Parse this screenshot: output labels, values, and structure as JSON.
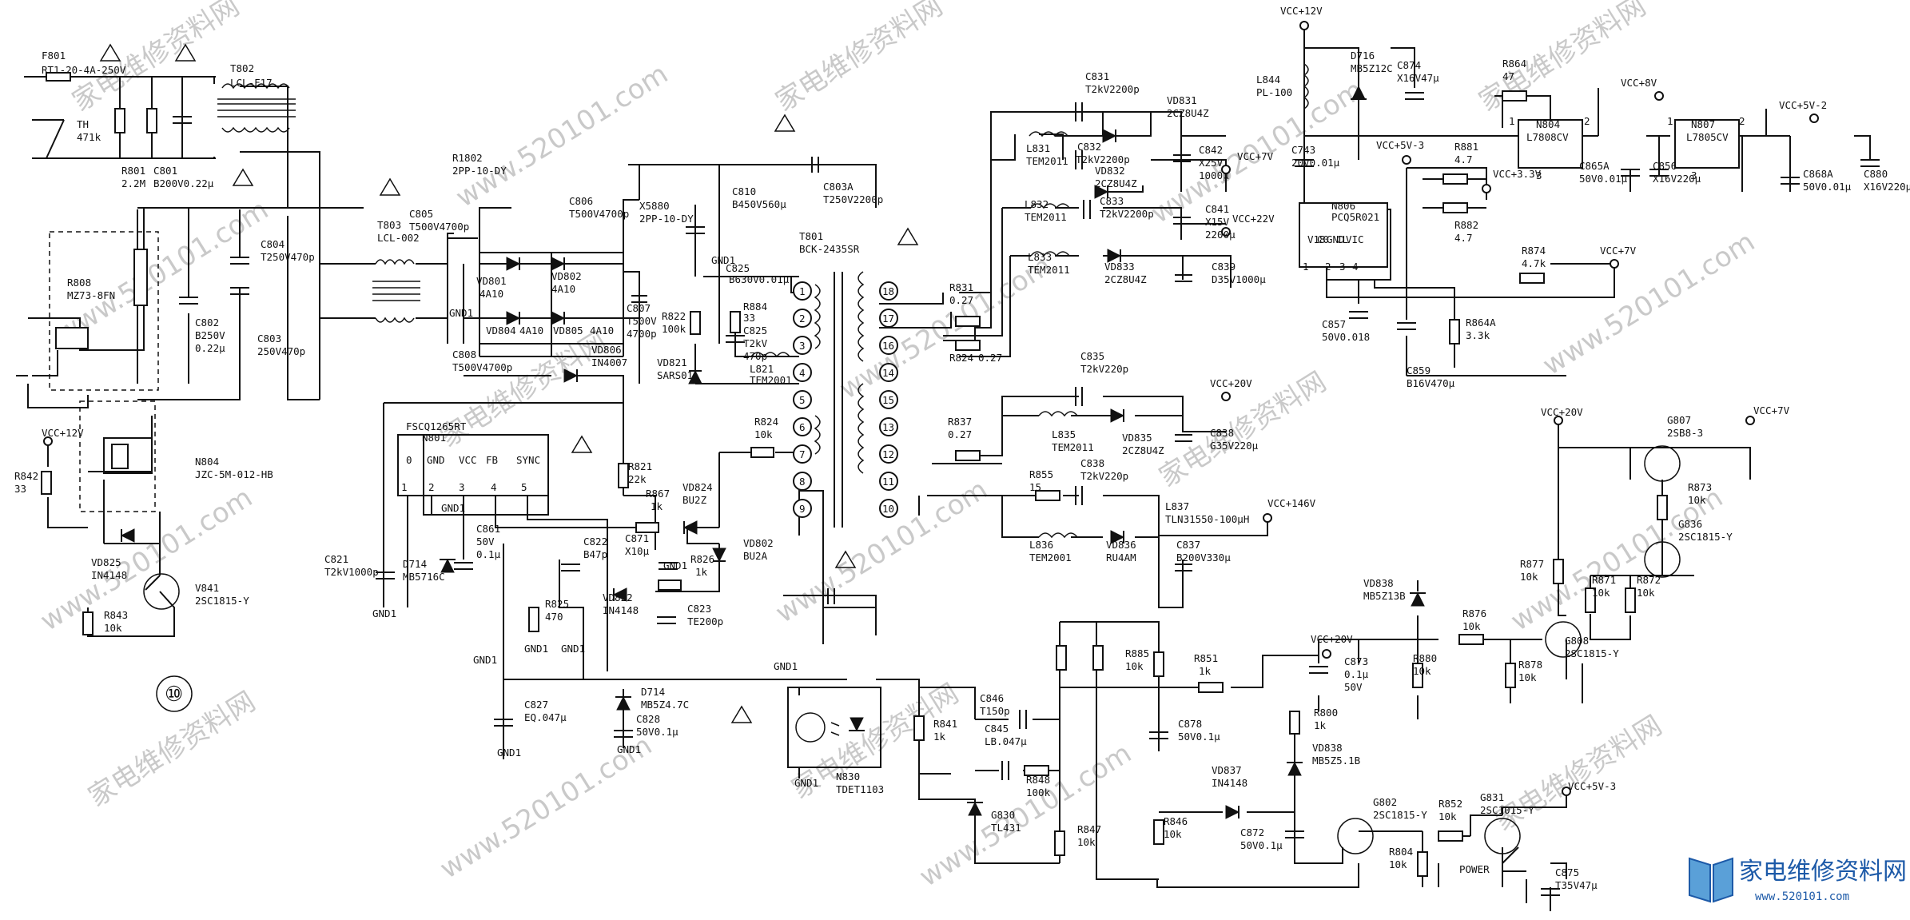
{
  "watermarks": {
    "cn": "家电维修资料网",
    "url": "www.520101.com"
  },
  "logo": {
    "name": "家电维修资料网",
    "url": "www.520101.com"
  },
  "figure_number": "⑩",
  "labels": [
    [
      "F801",
      52,
      74
    ],
    [
      "RT1-20-4A-250V",
      52,
      92
    ],
    [
      "T802",
      288,
      90
    ],
    [
      "LCL-F17",
      288,
      108
    ],
    [
      "TH",
      96,
      160
    ],
    [
      "471k",
      96,
      176
    ],
    [
      "R801",
      152,
      218
    ],
    [
      "2.2M",
      152,
      234
    ],
    [
      "C801",
      192,
      218
    ],
    [
      "B200V0.22μ",
      192,
      234
    ],
    [
      "R1802",
      566,
      202
    ],
    [
      "2PP-10-DY",
      566,
      218
    ],
    [
      "T803",
      472,
      286
    ],
    [
      "LCL-002",
      472,
      302
    ],
    [
      "C805",
      512,
      272
    ],
    [
      "T500V4700p",
      512,
      288
    ],
    [
      "C806",
      712,
      256
    ],
    [
      "T500V4700p",
      712,
      272
    ],
    [
      "X5880",
      800,
      262
    ],
    [
      "2PP-10-DY",
      800,
      278
    ],
    [
      "C810",
      916,
      244
    ],
    [
      "B450V560μ",
      916,
      260
    ],
    [
      "C803A",
      1030,
      238
    ],
    [
      "T250V2200p",
      1030,
      254
    ],
    [
      "C804",
      326,
      310
    ],
    [
      "T250V470p",
      326,
      326
    ],
    [
      "R808",
      84,
      358
    ],
    [
      "MZ73-8FN",
      84,
      374
    ],
    [
      "C802",
      244,
      408
    ],
    [
      "B250V",
      244,
      424
    ],
    [
      "0.22μ",
      244,
      440
    ],
    [
      "C803",
      322,
      428
    ],
    [
      "250V470p",
      322,
      444
    ],
    [
      "VD801",
      596,
      356
    ],
    [
      "4A10",
      600,
      372
    ],
    [
      "VD802",
      690,
      350
    ],
    [
      "4A10",
      690,
      366
    ],
    [
      "VD804",
      608,
      418
    ],
    [
      "4A10",
      650,
      418
    ],
    [
      "VD805",
      692,
      418
    ],
    [
      "4A10",
      738,
      418
    ],
    [
      "GND1",
      562,
      396
    ],
    [
      "C807",
      784,
      390
    ],
    [
      "T500V",
      784,
      406
    ],
    [
      "4700p",
      784,
      422
    ],
    [
      "R822",
      828,
      400
    ],
    [
      "100k",
      828,
      416
    ],
    [
      "C825",
      908,
      340
    ],
    [
      "B630V0.01μ",
      912,
      354
    ],
    [
      "R884",
      930,
      388
    ],
    [
      "33",
      930,
      402
    ],
    [
      "C825",
      930,
      418
    ],
    [
      "T2kV",
      930,
      434
    ],
    [
      "470p",
      930,
      450
    ],
    [
      "T801",
      1000,
      300
    ],
    [
      "BCK-2435SR",
      1000,
      316
    ],
    [
      "GND1",
      890,
      330
    ],
    [
      "C808",
      566,
      448
    ],
    [
      "T500V4700p",
      566,
      464
    ],
    [
      "VD806",
      740,
      442
    ],
    [
      "IN4007",
      740,
      458
    ],
    [
      "VD821",
      822,
      458
    ],
    [
      "SARS01",
      822,
      474
    ],
    [
      "L821",
      938,
      466
    ],
    [
      "TEM2001",
      938,
      480
    ],
    [
      "R824",
      944,
      532
    ],
    [
      "10k",
      944,
      548
    ],
    [
      "FSCQ1265RT",
      508,
      538
    ],
    [
      "N801",
      528,
      552
    ],
    [
      "0",
      508,
      580
    ],
    [
      "GND",
      534,
      580
    ],
    [
      "VCC",
      574,
      580
    ],
    [
      "FB",
      608,
      580
    ],
    [
      "SYNC",
      646,
      580
    ],
    [
      "1",
      502,
      614
    ],
    [
      "2",
      536,
      614
    ],
    [
      "3",
      574,
      614
    ],
    [
      "4",
      614,
      614
    ],
    [
      "5",
      652,
      614
    ],
    [
      "R821",
      786,
      588
    ],
    [
      "22k",
      786,
      604
    ],
    [
      "VD824",
      854,
      614
    ],
    [
      "BU2Z",
      854,
      630
    ],
    [
      "R867",
      808,
      622
    ],
    [
      "1k",
      814,
      638
    ],
    [
      "C871",
      782,
      678
    ],
    [
      "X10μ",
      782,
      694
    ],
    [
      "C822",
      730,
      682
    ],
    [
      "B47p",
      730,
      698
    ],
    [
      "R826",
      864,
      704
    ],
    [
      "1k",
      870,
      720
    ],
    [
      "VD802",
      930,
      684
    ],
    [
      "BU2A",
      930,
      700
    ],
    [
      "GND1",
      830,
      712
    ],
    [
      "C861",
      596,
      666
    ],
    [
      "50V",
      596,
      682
    ],
    [
      "0.1μ",
      596,
      698
    ],
    [
      "GND1",
      552,
      640
    ],
    [
      "C821",
      406,
      704
    ],
    [
      "T2kV1000p",
      406,
      720
    ],
    [
      "D714",
      504,
      710
    ],
    [
      "MB5716C",
      504,
      726
    ],
    [
      "VD822",
      754,
      752
    ],
    [
      "IN4148",
      754,
      768
    ],
    [
      "C823",
      860,
      766
    ],
    [
      "TE200p",
      860,
      782
    ],
    [
      "R825",
      682,
      760
    ],
    [
      "470",
      682,
      776
    ],
    [
      "GND1",
      656,
      816
    ],
    [
      "GND1",
      702,
      816
    ],
    [
      "GND1",
      592,
      830
    ],
    [
      "GND1",
      466,
      772
    ],
    [
      "C827",
      656,
      886
    ],
    [
      "EQ.047μ",
      656,
      902
    ],
    [
      "D714",
      802,
      870
    ],
    [
      "MB5Z4.7C",
      802,
      886
    ],
    [
      "C828",
      796,
      904
    ],
    [
      "50V0.1μ",
      796,
      920
    ],
    [
      "GND1",
      772,
      942
    ],
    [
      "GND1",
      622,
      946
    ],
    [
      "N830",
      1046,
      976
    ],
    [
      "TDET1103",
      1046,
      992
    ],
    [
      "GND1",
      994,
      984
    ],
    [
      "GND1",
      968,
      838
    ],
    [
      "VCC+12V",
      52,
      546
    ],
    [
      "R842",
      18,
      600
    ],
    [
      "33",
      18,
      616
    ],
    [
      "N804",
      244,
      582
    ],
    [
      "JZC-5M-012-HB",
      244,
      598
    ],
    [
      "VD825",
      114,
      708
    ],
    [
      "IN4148",
      114,
      724
    ],
    [
      "V841",
      244,
      740
    ],
    [
      "2SC1815-Y",
      244,
      756
    ],
    [
      "R843",
      130,
      774
    ],
    [
      "10k",
      130,
      790
    ],
    [
      "C831",
      1358,
      100
    ],
    [
      "T2kV2200p",
      1358,
      116
    ],
    [
      "VD831",
      1460,
      130
    ],
    [
      "2CZ8U4Z",
      1460,
      146
    ],
    [
      "L831",
      1284,
      190
    ],
    [
      "TEM2011",
      1284,
      206
    ],
    [
      "C832",
      1348,
      188
    ],
    [
      "T2kV2200p",
      1346,
      204
    ],
    [
      "C842",
      1500,
      192
    ],
    [
      "X25V",
      1500,
      208
    ],
    [
      "1000μ",
      1500,
      224
    ],
    [
      "VCC+7V",
      1548,
      200
    ],
    [
      "VD832",
      1370,
      218
    ],
    [
      "2CZ8U4Z",
      1370,
      234
    ],
    [
      "C833",
      1376,
      256
    ],
    [
      "T2kV2200p",
      1376,
      272
    ],
    [
      "L832",
      1282,
      260
    ],
    [
      "TEM2011",
      1282,
      276
    ],
    [
      "C841",
      1508,
      266
    ],
    [
      "X15V",
      1508,
      282
    ],
    [
      "2200μ",
      1508,
      298
    ],
    [
      "VCC+22V",
      1542,
      278
    ],
    [
      "L833",
      1286,
      326
    ],
    [
      "TEM2011",
      1286,
      342
    ],
    [
      "VD833",
      1382,
      338
    ],
    [
      "2CZ8U4Z",
      1382,
      354
    ],
    [
      "C839",
      1516,
      338
    ],
    [
      "D35V1000μ",
      1516,
      354
    ],
    [
      "R831",
      1188,
      364
    ],
    [
      "0.27",
      1188,
      380
    ],
    [
      "R824",
      1188,
      452
    ],
    [
      "0.27",
      1224,
      452
    ],
    [
      "C835",
      1352,
      450
    ],
    [
      "T2kV220p",
      1352,
      466
    ],
    [
      "VCC+20V",
      1514,
      484
    ],
    [
      "R837",
      1186,
      532
    ],
    [
      "0.27",
      1186,
      548
    ],
    [
      "L835",
      1316,
      548
    ],
    [
      "TEM2011",
      1316,
      564
    ],
    [
      "VD835",
      1404,
      552
    ],
    [
      "2CZ8U4Z",
      1404,
      568
    ],
    [
      "C838",
      1514,
      546
    ],
    [
      "G35V220μ",
      1514,
      562
    ],
    [
      "R855",
      1288,
      598
    ],
    [
      "15",
      1288,
      614
    ],
    [
      "C838",
      1352,
      584
    ],
    [
      "T2kV220p",
      1352,
      600
    ],
    [
      "L837",
      1458,
      638
    ],
    [
      "TLN31550-100μH",
      1458,
      654
    ],
    [
      "VCC+146V",
      1586,
      634
    ],
    [
      "L836",
      1288,
      686
    ],
    [
      "TEM2001",
      1288,
      702
    ],
    [
      "VD836",
      1384,
      686
    ],
    [
      "RU4AM",
      1384,
      702
    ],
    [
      "C837",
      1472,
      686
    ],
    [
      "B200V330μ",
      1472,
      702
    ],
    [
      "R885",
      1408,
      822
    ],
    [
      "10k",
      1408,
      838
    ],
    [
      "R851",
      1494,
      828
    ],
    [
      "1k",
      1500,
      844
    ],
    [
      "VCC+20V",
      1640,
      804
    ],
    [
      "C846",
      1226,
      878
    ],
    [
      "T150p",
      1226,
      894
    ],
    [
      "C845",
      1232,
      916
    ],
    [
      "LB.047μ",
      1232,
      932
    ],
    [
      "C878",
      1474,
      910
    ],
    [
      "50V0.1μ",
      1474,
      926
    ],
    [
      "R841",
      1168,
      910
    ],
    [
      "1k",
      1168,
      926
    ],
    [
      "R848",
      1284,
      980
    ],
    [
      "100k",
      1284,
      996
    ],
    [
      "G830",
      1240,
      1024
    ],
    [
      "TL431",
      1240,
      1040
    ],
    [
      "R847",
      1348,
      1042
    ],
    [
      "10k",
      1348,
      1058
    ],
    [
      "R846",
      1456,
      1032
    ],
    [
      "10k",
      1456,
      1048
    ],
    [
      "VD837",
      1516,
      968
    ],
    [
      "IN4148",
      1516,
      984
    ],
    [
      "C872",
      1552,
      1046
    ],
    [
      "50V0.1μ",
      1552,
      1062
    ],
    [
      "R800",
      1644,
      896
    ],
    [
      "1k",
      1644,
      912
    ],
    [
      "VD838",
      1642,
      940
    ],
    [
      "MB5Z5.1B",
      1642,
      956
    ],
    [
      "G802",
      1718,
      1008
    ],
    [
      "2SC1815-Y",
      1718,
      1024
    ],
    [
      "R852",
      1800,
      1010
    ],
    [
      "10k",
      1800,
      1026
    ],
    [
      "G831",
      1852,
      1002
    ],
    [
      "2SC1015-Y",
      1852,
      1018
    ],
    [
      "VCC+5V-3",
      1962,
      988
    ],
    [
      "R804",
      1738,
      1070
    ],
    [
      "10k",
      1738,
      1086
    ],
    [
      "POWER",
      1826,
      1092
    ],
    [
      "C875",
      1946,
      1096
    ],
    [
      "T35V47μ",
      1946,
      1112
    ],
    [
      "VCC+12V",
      1602,
      18
    ],
    [
      "L844",
      1572,
      104
    ],
    [
      "PL-100",
      1572,
      120
    ],
    [
      "D716",
      1690,
      74
    ],
    [
      "MB5Z12C",
      1690,
      90
    ],
    [
      "C874",
      1748,
      86
    ],
    [
      "X16V47μ",
      1748,
      102
    ],
    [
      "C743",
      1616,
      192
    ],
    [
      "20V0.01μ",
      1616,
      208
    ],
    [
      "VCC+5V-3",
      1722,
      186
    ],
    [
      "R864",
      1880,
      84
    ],
    [
      "47",
      1880,
      100
    ],
    [
      "VCC+8V",
      2028,
      108
    ],
    [
      "N804",
      1922,
      160
    ],
    [
      "L7808CV",
      1910,
      176
    ],
    [
      "1",
      1888,
      156
    ],
    [
      "2",
      1982,
      156
    ],
    [
      "3",
      1922,
      224
    ],
    [
      "N807",
      2116,
      160
    ],
    [
      "L7805CV",
      2110,
      176
    ],
    [
      "1",
      2086,
      156
    ],
    [
      "2",
      2176,
      156
    ],
    [
      "3",
      2116,
      224
    ],
    [
      "VCC+5V-2",
      2226,
      136
    ],
    [
      "R881",
      1820,
      188
    ],
    [
      "4.7",
      1820,
      204
    ],
    [
      "VCC+3.3V",
      1868,
      222
    ],
    [
      "R882",
      1820,
      286
    ],
    [
      "4.7",
      1820,
      302
    ],
    [
      "C865A",
      1976,
      212
    ],
    [
      "50V0.01μ",
      1976,
      228
    ],
    [
      "C856",
      2068,
      212
    ],
    [
      "X16V220μ",
      2068,
      228
    ],
    [
      "C868A",
      2256,
      222
    ],
    [
      "50V0.01μ",
      2256,
      238
    ],
    [
      "C880",
      2332,
      222
    ],
    [
      "X16V220μ",
      2332,
      238
    ],
    [
      "N806",
      1666,
      262
    ],
    [
      "PCQ5R021",
      1666,
      276
    ],
    [
      "V18",
      1636,
      304
    ],
    [
      "C0",
      1648,
      304
    ],
    [
      "GND",
      1660,
      304
    ],
    [
      "CL",
      1672,
      304
    ],
    [
      "VIC",
      1684,
      304
    ],
    [
      "1",
      1630,
      338
    ],
    [
      "2",
      1658,
      338
    ],
    [
      "3",
      1676,
      338
    ],
    [
      "4",
      1692,
      338
    ],
    [
      "R874",
      1904,
      318
    ],
    [
      "4.7k",
      1904,
      334
    ],
    [
      "VCC+7V",
      2002,
      318
    ],
    [
      "C857",
      1654,
      410
    ],
    [
      "50V0.018",
      1654,
      426
    ],
    [
      "R864A",
      1834,
      408
    ],
    [
      "3.3k",
      1834,
      424
    ],
    [
      "C859",
      1760,
      468
    ],
    [
      "B16V470μ",
      1760,
      484
    ],
    [
      "VCC+20V",
      1928,
      520
    ],
    [
      "VCC+7V",
      2194,
      518
    ],
    [
      "G807",
      2086,
      530
    ],
    [
      "2SB8-3",
      2086,
      546
    ],
    [
      "R873",
      2112,
      614
    ],
    [
      "10k",
      2112,
      630
    ],
    [
      "G836",
      2100,
      660
    ],
    [
      "2SC1815-Y",
      2100,
      676
    ],
    [
      "R877",
      1902,
      710
    ],
    [
      "10k",
      1902,
      726
    ],
    [
      "R871",
      1992,
      730
    ],
    [
      "10k",
      1992,
      746
    ],
    [
      "R872",
      2048,
      730
    ],
    [
      "10k",
      2048,
      746
    ],
    [
      "VD838",
      1706,
      734
    ],
    [
      "MB5Z13B",
      1706,
      750
    ],
    [
      "R876",
      1830,
      772
    ],
    [
      "10k",
      1830,
      788
    ],
    [
      "G808",
      1958,
      806
    ],
    [
      "2SC1815-Y",
      1958,
      822
    ],
    [
      "C873",
      1682,
      832
    ],
    [
      "0.1μ",
      1682,
      848
    ],
    [
      "50V",
      1682,
      864
    ],
    [
      "R880",
      1768,
      828
    ],
    [
      "10k",
      1768,
      844
    ],
    [
      "R878",
      1900,
      836
    ],
    [
      "10k",
      1900,
      852
    ]
  ],
  "transformer_pins_left": [
    "1",
    "2",
    "3",
    "4",
    "5",
    "6",
    "7",
    "8",
    "9"
  ],
  "transformer_pins_right": [
    "18",
    "17",
    "16",
    "14",
    "15",
    "13",
    "12",
    "11",
    "10"
  ]
}
